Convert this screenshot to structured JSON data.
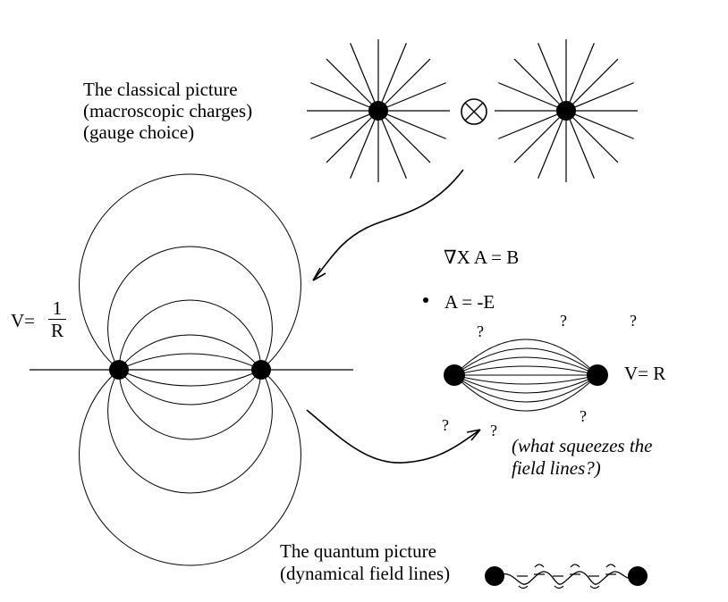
{
  "classical": {
    "line1": "The classical picture",
    "line2": "(macroscopic charges)",
    "line3": "(gauge choice)"
  },
  "cross_symbol": "⊗",
  "dipole_potential": {
    "lhs": "V=",
    "numerator": "1",
    "denominator": "R"
  },
  "equations": {
    "curl": "∇X A = B",
    "dot_lhs": "A",
    "dot_rhs": " = -E"
  },
  "string_potential": "V= R",
  "question_mark": "?",
  "squeeze_question": {
    "line1": "(what squeezes the",
    "line2": "field lines?)"
  },
  "quantum": {
    "line1": "The quantum picture",
    "line2": "(dynamical field lines)"
  },
  "colors": {
    "ink": "#000000",
    "background": "#ffffff"
  }
}
